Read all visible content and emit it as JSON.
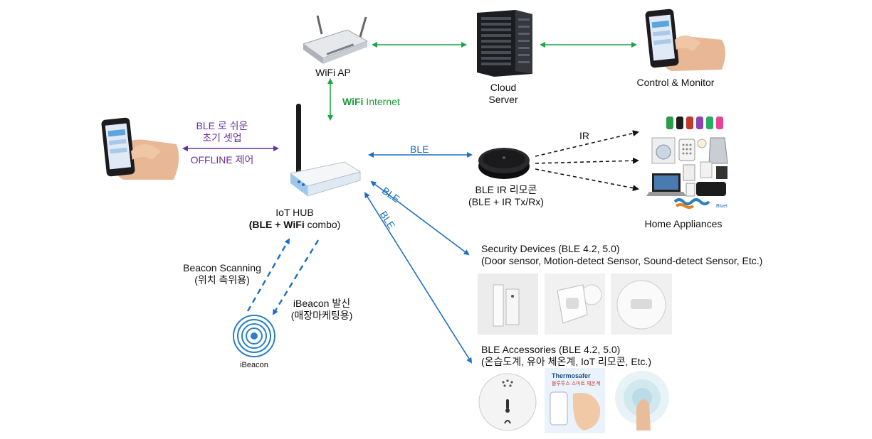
{
  "nodes": {
    "wifi_ap": "WiFi AP",
    "cloud_line1": "Cloud",
    "cloud_line2": "Server",
    "control": "Control & Monitor",
    "hub_line1": "IoT HUB",
    "hub_line2_bold": "(BLE + WiFi",
    "hub_line2_rest": " combo)",
    "ir_remote_line1": "BLE IR 리모콘",
    "ir_remote_line2": "(BLE + IR Tx/Rx)",
    "home_appliances": "Home Appliances",
    "security_line1": "Security Devices (BLE 4.2, 5.0)",
    "security_line2": "(Door sensor, Motion-detect Sensor, Sound-detect Sensor, Etc.)",
    "accessories_line1": "BLE Accessories (BLE 4.2, 5.0)",
    "accessories_line2": "(온습도계, 유아 체온계, IoT 리모콘, Etc.)",
    "ibeacon": "iBeacon"
  },
  "links": {
    "setup_line1": "BLE 로 쉬운",
    "setup_line2": "초기 셋업",
    "offline": "OFFLINE 제어",
    "wifi_bold": "WiFi",
    "wifi_rest": " Internet",
    "ble_ir": "BLE",
    "ble_security": "BLE",
    "ble_accessories": "BLE",
    "ir": "IR",
    "scan_line1": "Beacon Scanning",
    "scan_line2": "(위치 측위용)",
    "send_line1": "iBeacon 발신",
    "send_line2": "(매장마케팅용)"
  },
  "product_images": {
    "thermo_brand": "Thermosafer",
    "thermo_sub": "블루투스 스마트 체온계"
  },
  "colors": {
    "green_arrow": "#1aa544",
    "blue_arrow": "#1d6fc2",
    "purple_arrow": "#6a2fa0",
    "ir_arrow": "#111111"
  }
}
